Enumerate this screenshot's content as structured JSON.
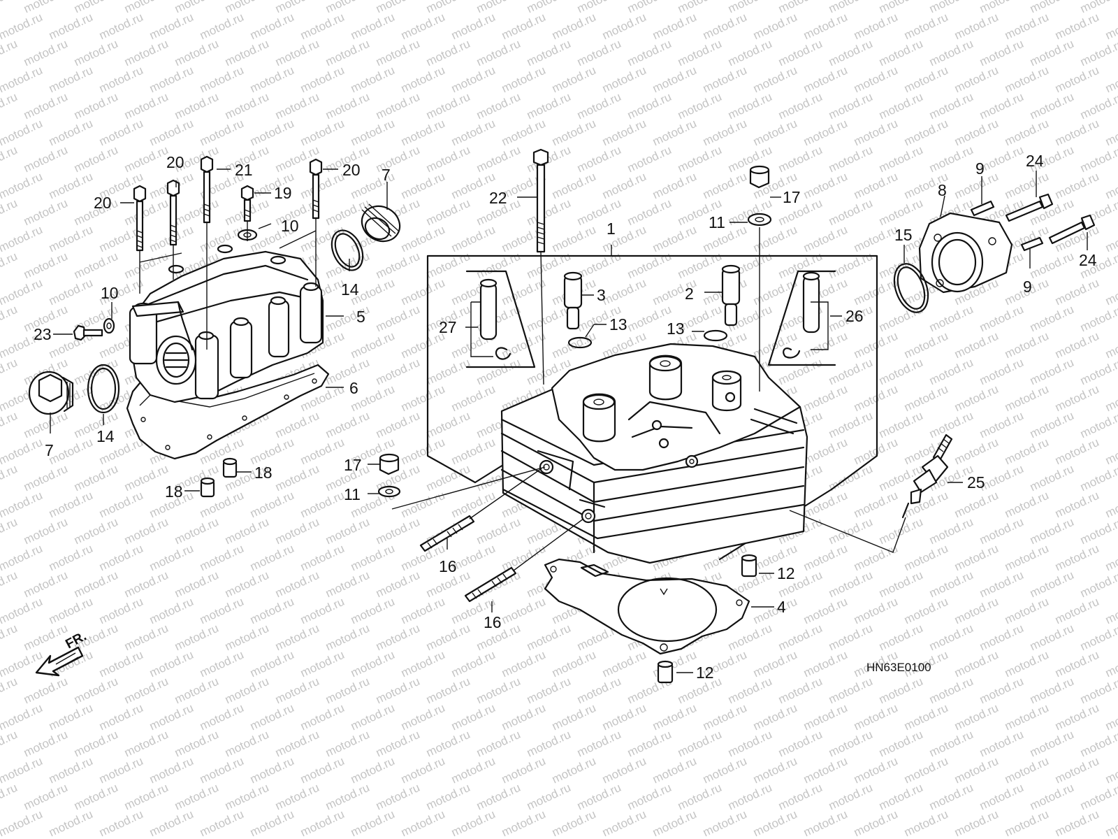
{
  "watermark": {
    "text": "motod.ru",
    "color": "#c4c4c4"
  },
  "diagram_code": "HN63E0100",
  "direction_marker": {
    "text": "FR.",
    "icon": "front-arrow-icon"
  },
  "callouts": [
    {
      "id": "p1",
      "text": "1"
    },
    {
      "id": "p2",
      "text": "2"
    },
    {
      "id": "p3",
      "text": "3"
    },
    {
      "id": "p4",
      "text": "4"
    },
    {
      "id": "p5",
      "text": "5"
    },
    {
      "id": "p6",
      "text": "6"
    },
    {
      "id": "p7a",
      "text": "7"
    },
    {
      "id": "p7b",
      "text": "7"
    },
    {
      "id": "p8",
      "text": "8"
    },
    {
      "id": "p9a",
      "text": "9"
    },
    {
      "id": "p9b",
      "text": "9"
    },
    {
      "id": "p10a",
      "text": "10"
    },
    {
      "id": "p10b",
      "text": "10"
    },
    {
      "id": "p11a",
      "text": "11"
    },
    {
      "id": "p11b",
      "text": "11"
    },
    {
      "id": "p12a",
      "text": "12"
    },
    {
      "id": "p12b",
      "text": "12"
    },
    {
      "id": "p13a",
      "text": "13"
    },
    {
      "id": "p13b",
      "text": "13"
    },
    {
      "id": "p14a",
      "text": "14"
    },
    {
      "id": "p14b",
      "text": "14"
    },
    {
      "id": "p15",
      "text": "15"
    },
    {
      "id": "p16a",
      "text": "16"
    },
    {
      "id": "p16b",
      "text": "16"
    },
    {
      "id": "p17a",
      "text": "17"
    },
    {
      "id": "p17b",
      "text": "17"
    },
    {
      "id": "p18a",
      "text": "18"
    },
    {
      "id": "p18b",
      "text": "18"
    },
    {
      "id": "p19",
      "text": "19"
    },
    {
      "id": "p20a",
      "text": "20"
    },
    {
      "id": "p20b",
      "text": "20"
    },
    {
      "id": "p20c",
      "text": "20"
    },
    {
      "id": "p21",
      "text": "21"
    },
    {
      "id": "p22",
      "text": "22"
    },
    {
      "id": "p23",
      "text": "23"
    },
    {
      "id": "p24a",
      "text": "24"
    },
    {
      "id": "p24b",
      "text": "24"
    },
    {
      "id": "p25",
      "text": "25"
    },
    {
      "id": "p26",
      "text": "26"
    },
    {
      "id": "p27",
      "text": "27"
    }
  ]
}
